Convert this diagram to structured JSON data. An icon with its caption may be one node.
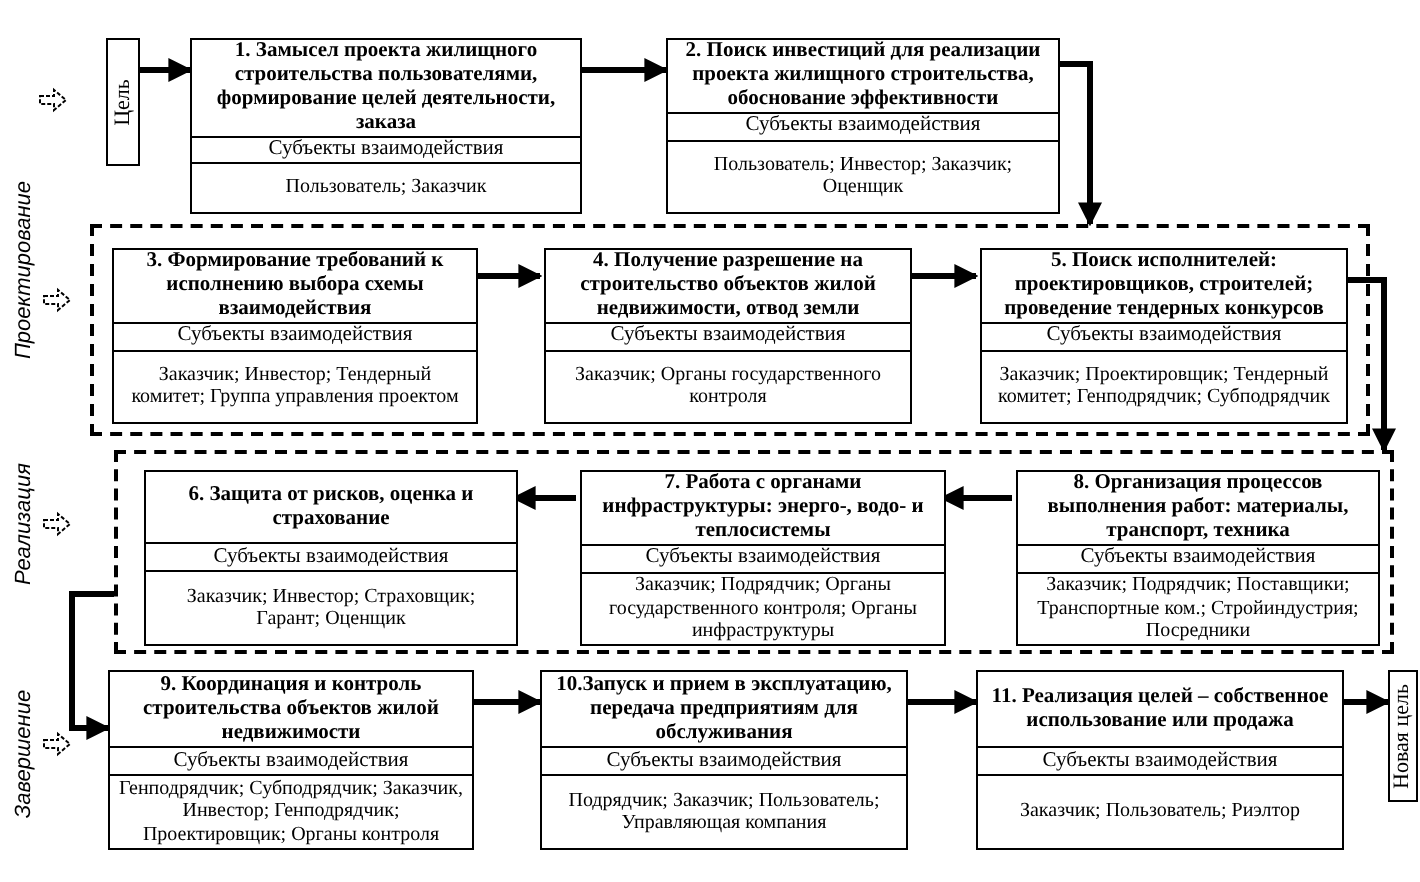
{
  "diagram": {
    "nodes": [
      {
        "text": [
          "Цель"
        ]
      },
      {
        "text": [
          "1. Замысел проекта жилищного строительства пользователями, формирование целей деятельности, заказа",
          "Субъекты взаимодействия",
          "Пользователь; Заказчик"
        ]
      },
      {
        "text": [
          "2. Поиск инвестиций для реализации проекта жилищного строительства, обоснование эффективности",
          "Субъекты взаимодействия",
          "Пользователь; Инвестор; Заказчик; Оценщик"
        ]
      },
      {
        "text": [],
        "shape": "box"
      },
      {
        "text": [
          "3. Формирование требований к исполнению выбора схемы взаимодействия",
          "Субъекты взаимодействия",
          "Заказчик; Инвестор; Тендерный комитет; Группа управления проектом"
        ],
        "in": 3
      },
      {
        "text": [
          "4. Получение разрешение на строительство объектов жилой недвижимости, отвод земли",
          "Субъекты взаимодействия",
          "Заказчик; Органы государственного контроля"
        ],
        "in": 3
      },
      {
        "text": [
          "5. Поиск исполнителей: проектировщиков, строителей; проведение тендерных конкурсов",
          "Субъекты взаимодействия",
          "Заказчик; Проектировщик; Тендерный комитет; Генподрядчик; Субподрядчик"
        ],
        "in": 3
      },
      {
        "text": [],
        "shape": "box"
      },
      {
        "text": [
          "6. Защита от рисков, оценка и страхование",
          "Субъекты взаимодействия",
          "Заказчик; Инвестор; Страховщик; Гарант; Оценщик"
        ],
        "in": 7
      },
      {
        "text": [
          "7. Работа с органами инфраструктуры: энерго-, водо- и теплосистемы",
          "Субъекты взаимодействия",
          "Заказчик; Подрядчик; Органы государственного контроля; Органы инфраструктуры"
        ],
        "in": 7
      },
      {
        "text": [
          "8. Организация процессов выполнения работ: материалы, транспорт, техника",
          "Субъекты взаимодействия",
          "Заказчик; Подрядчик; Поставщики; Транспортные ком.; Стройиндустрия; Посредники"
        ],
        "in": 7
      },
      {
        "text": [
          "9. Координация и контроль строительства объектов жилой недвижимости",
          "Субъекты взаимодействия",
          "Генподрядчик; Субподрядчик; Заказчик, Инвестор; Генподрядчик; Проектировщик; Органы контроля"
        ]
      },
      {
        "text": [
          "10.Запуск и прием в эксплуатацию, передача предприятиям для обслуживания",
          "Субъекты взаимодействия",
          "Подрядчик; Заказчик; Пользователь; Управляющая компания"
        ]
      },
      {
        "text": [
          "11. Реализация целей – собственное использование или продажа",
          "Субъекты взаимодействия",
          "Заказчик; Пользователь; Риэлтор"
        ]
      },
      {
        "text": [
          "Новая цель"
        ]
      }
    ],
    "edges": [
      {
        "from": 0,
        "to": 1,
        "arrow": "to"
      },
      {
        "from": 1,
        "to": 2,
        "arrow": "to"
      },
      {
        "from": 2,
        "to": 3,
        "arrow": "to"
      },
      {
        "from": 4,
        "to": 5,
        "arrow": "to"
      },
      {
        "from": 5,
        "to": 6,
        "arrow": "to"
      },
      {
        "from": 6,
        "to": 7,
        "arrow": "to"
      },
      {
        "from": 10,
        "to": 9,
        "arrow": "to"
      },
      {
        "from": 9,
        "to": 8,
        "arrow": "to"
      },
      {
        "from": 7,
        "to": 11,
        "arrow": "to"
      },
      {
        "from": 11,
        "to": 12,
        "arrow": "to"
      },
      {
        "from": 12,
        "to": 13,
        "arrow": "to"
      },
      {
        "from": 13,
        "to": 14,
        "arrow": "to"
      }
    ],
    "labels": [
      "Проектирование",
      "Реализация",
      "Завершение"
    ]
  }
}
